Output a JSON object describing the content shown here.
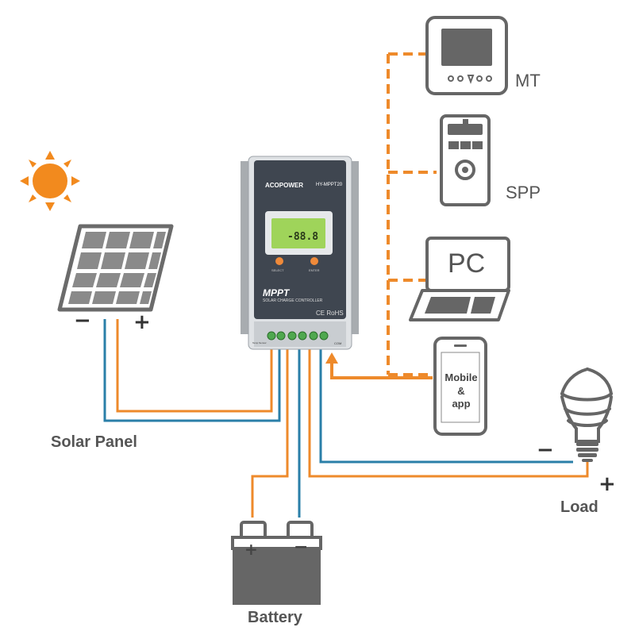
{
  "controller": {
    "brand": "ACOPOWER",
    "model": "HY-MPPT20",
    "lcd_value": "-88.8",
    "button_left": "SELECT",
    "button_right": "ENTER",
    "title": "MPPT",
    "subtitle": "SOLAR CHARGE CONTROLLER",
    "certs": "CE RoHS",
    "temp_sensor": "Temp Sensor",
    "com_port": "COM"
  },
  "devices": {
    "mt": {
      "label": "MT"
    },
    "spp": {
      "label": "SPP"
    },
    "pc": {
      "label": "PC",
      "screen_text": "PC"
    },
    "mobile": {
      "line1": "Mobile",
      "line2": "&",
      "line3": "app"
    }
  },
  "labels": {
    "solar_panel": "Solar Panel",
    "battery": "Battery",
    "load": "Load",
    "minus": "−",
    "plus": "+"
  },
  "colors": {
    "wire_positive": "#ee8a2b",
    "wire_negative": "#2a7fa8",
    "data_dashed": "#ee8a2b",
    "sun": "#f28a1e",
    "device_outline": "#666666",
    "controller_face": "#3f4650",
    "button": "#ef8a3a"
  }
}
